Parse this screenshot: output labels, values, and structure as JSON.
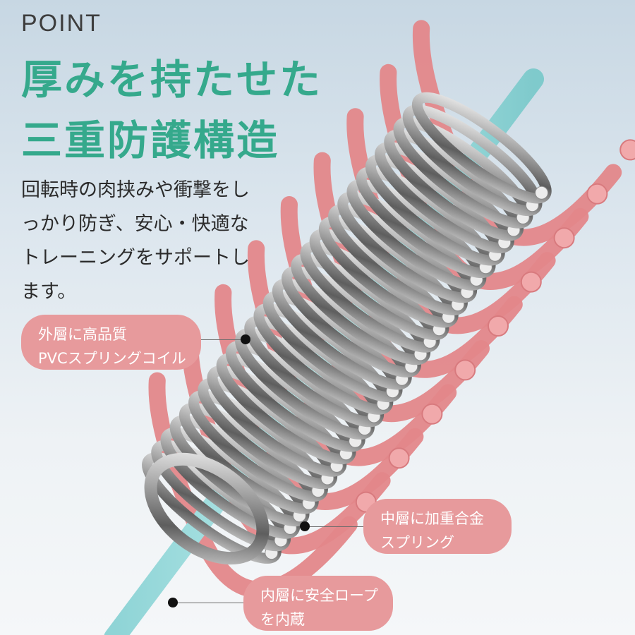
{
  "header": {
    "point_label": "POINT",
    "headline_line1": "厚みを持たせた",
    "headline_line2": "三重防護構造"
  },
  "description": {
    "lines": [
      "回転時の肉挟みや衝撃をし",
      "っかり防ぎ、安心・快適な",
      "トレーニングをサポートし",
      "ます。"
    ]
  },
  "callouts": {
    "outer": {
      "line1": "外層に高品質",
      "line2": "PVCスプリングコイル"
    },
    "middle": {
      "line1": "中層に加重合金",
      "line2": "スプリング"
    },
    "inner": {
      "line1": "内層に安全ロープ",
      "line2": "を内蔵"
    }
  },
  "colors": {
    "headline": "#35a98c",
    "callout_bg": "#e79a9c",
    "outer_coil": "#e3878a",
    "rope": "#9edbdc",
    "metal_spring": "#9a9a9a"
  }
}
